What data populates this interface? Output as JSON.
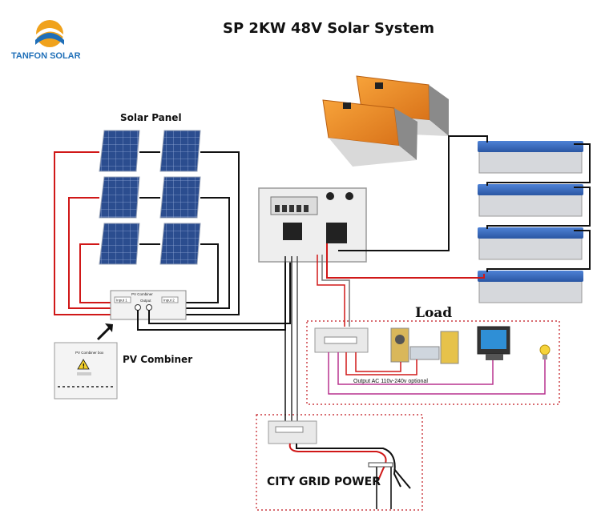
{
  "brand": {
    "name": "TANFON SOLAR",
    "colors": {
      "blue": "#1f6fb8",
      "orange": "#f0a21c"
    }
  },
  "title": "SP 2KW 48V Solar System",
  "labels": {
    "solar_panel": "Solar Panel",
    "pv_combiner": "PV Combiner",
    "load": "Load",
    "output_note": "Output  AC 110v-240v optional",
    "city_grid": "CITY GRID POWER"
  },
  "combiner_box": {
    "header": "PV Combiner",
    "input1": "Input 1",
    "output": "Output",
    "input2": "Input 2",
    "box_title": "PV Combiner box"
  },
  "colors": {
    "wire_red": "#d01818",
    "wire_black": "#111111",
    "wire_magenta": "#b8338f",
    "dotted_border": "#c0141c",
    "panel_blue": "#2b4d8f",
    "inverter_orange": "#e98a1f",
    "battery_blue": "#3b6fc4",
    "battery_gray": "#d6d8dc"
  },
  "icons": [
    "arrow-icon",
    "warning-icon",
    "bulb-icon"
  ]
}
